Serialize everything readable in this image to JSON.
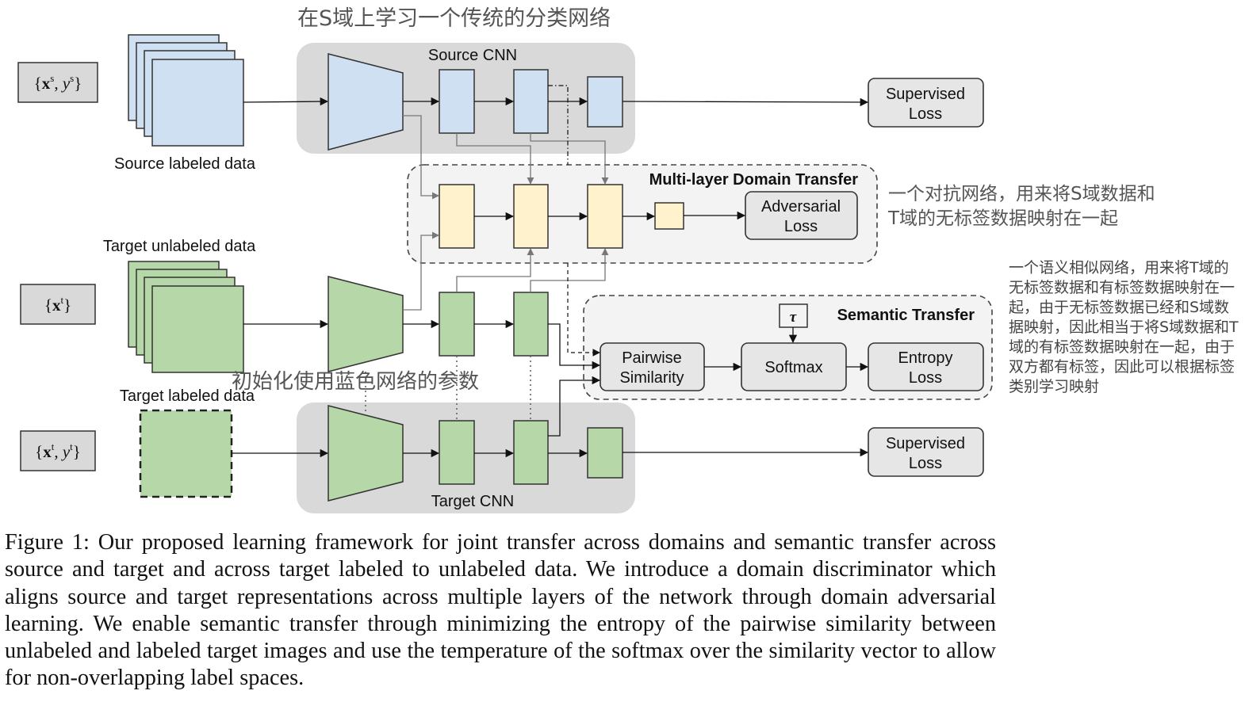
{
  "inputs": {
    "source": {
      "bold": "x",
      "sup1": "s",
      "mid": ", ",
      "italic": "y",
      "sup2": "s"
    },
    "target_unlabeled": {
      "bold": "x",
      "sup1": "t"
    },
    "target_labeled": {
      "bold": "x",
      "sup1": "t",
      "mid": ", ",
      "italic": "y",
      "sup2": "t"
    }
  },
  "labels": {
    "source_labeled_data": "Source labeled data",
    "target_unlabeled_data": "Target unlabeled data",
    "target_labeled_data": "Target labeled data",
    "source_cnn": "Source CNN",
    "target_cnn": "Target CNN",
    "multi_layer_domain_transfer": "Multi-layer Domain Transfer",
    "semantic_transfer": "Semantic Transfer",
    "tau": "τ"
  },
  "boxes": {
    "supervised_loss_top": [
      "Supervised",
      "Loss"
    ],
    "adversarial_loss": [
      "Adversarial",
      "Loss"
    ],
    "pairwise_similarity": [
      "Pairwise",
      "Similarity"
    ],
    "softmax": [
      "Softmax"
    ],
    "entropy_loss": [
      "Entropy",
      "Loss"
    ],
    "supervised_loss_bottom": [
      "Supervised",
      "Loss"
    ]
  },
  "annotations": {
    "top_cn": "在S域上学习一个传统的分类网络",
    "right_cn_line1": "一个对抗网络，用来将S域数据和",
    "right_cn_line2": "T域的无标签数据映射在一起",
    "init_cn": "初始化使用蓝色网络的参数",
    "side_note": "一个语义相似网络，用来将T域的无标签数据和有标签数据映射在一起，由于无标签数据已经和S域数据映射，因此相当于将S域数据和T域的有标签数据映射在一起，由于双方都有标签，因此可以根据标签类别学习映射"
  },
  "caption": "Figure 1: Our proposed learning framework for joint transfer across domains and semantic transfer across source and target and across target labeled to unlabeled data. We introduce a domain discriminator which aligns source and target representations across multiple layers of the network through domain adversarial learning. We enable semantic transfer through minimizing the entropy of the pairwise similarity between unlabeled and labeled target images and use the temperature of the softmax over the similarity vector to allow for non-overlapping label spaces.",
  "colors": {
    "blue_fill": "#cfe0f3",
    "yellow_fill": "#fff2cc",
    "green_fill": "#b6d7a8",
    "gray_panel": "#d9d9d9",
    "light_panel": "#f3f3f3",
    "loss_box": "#e6e6e6"
  }
}
